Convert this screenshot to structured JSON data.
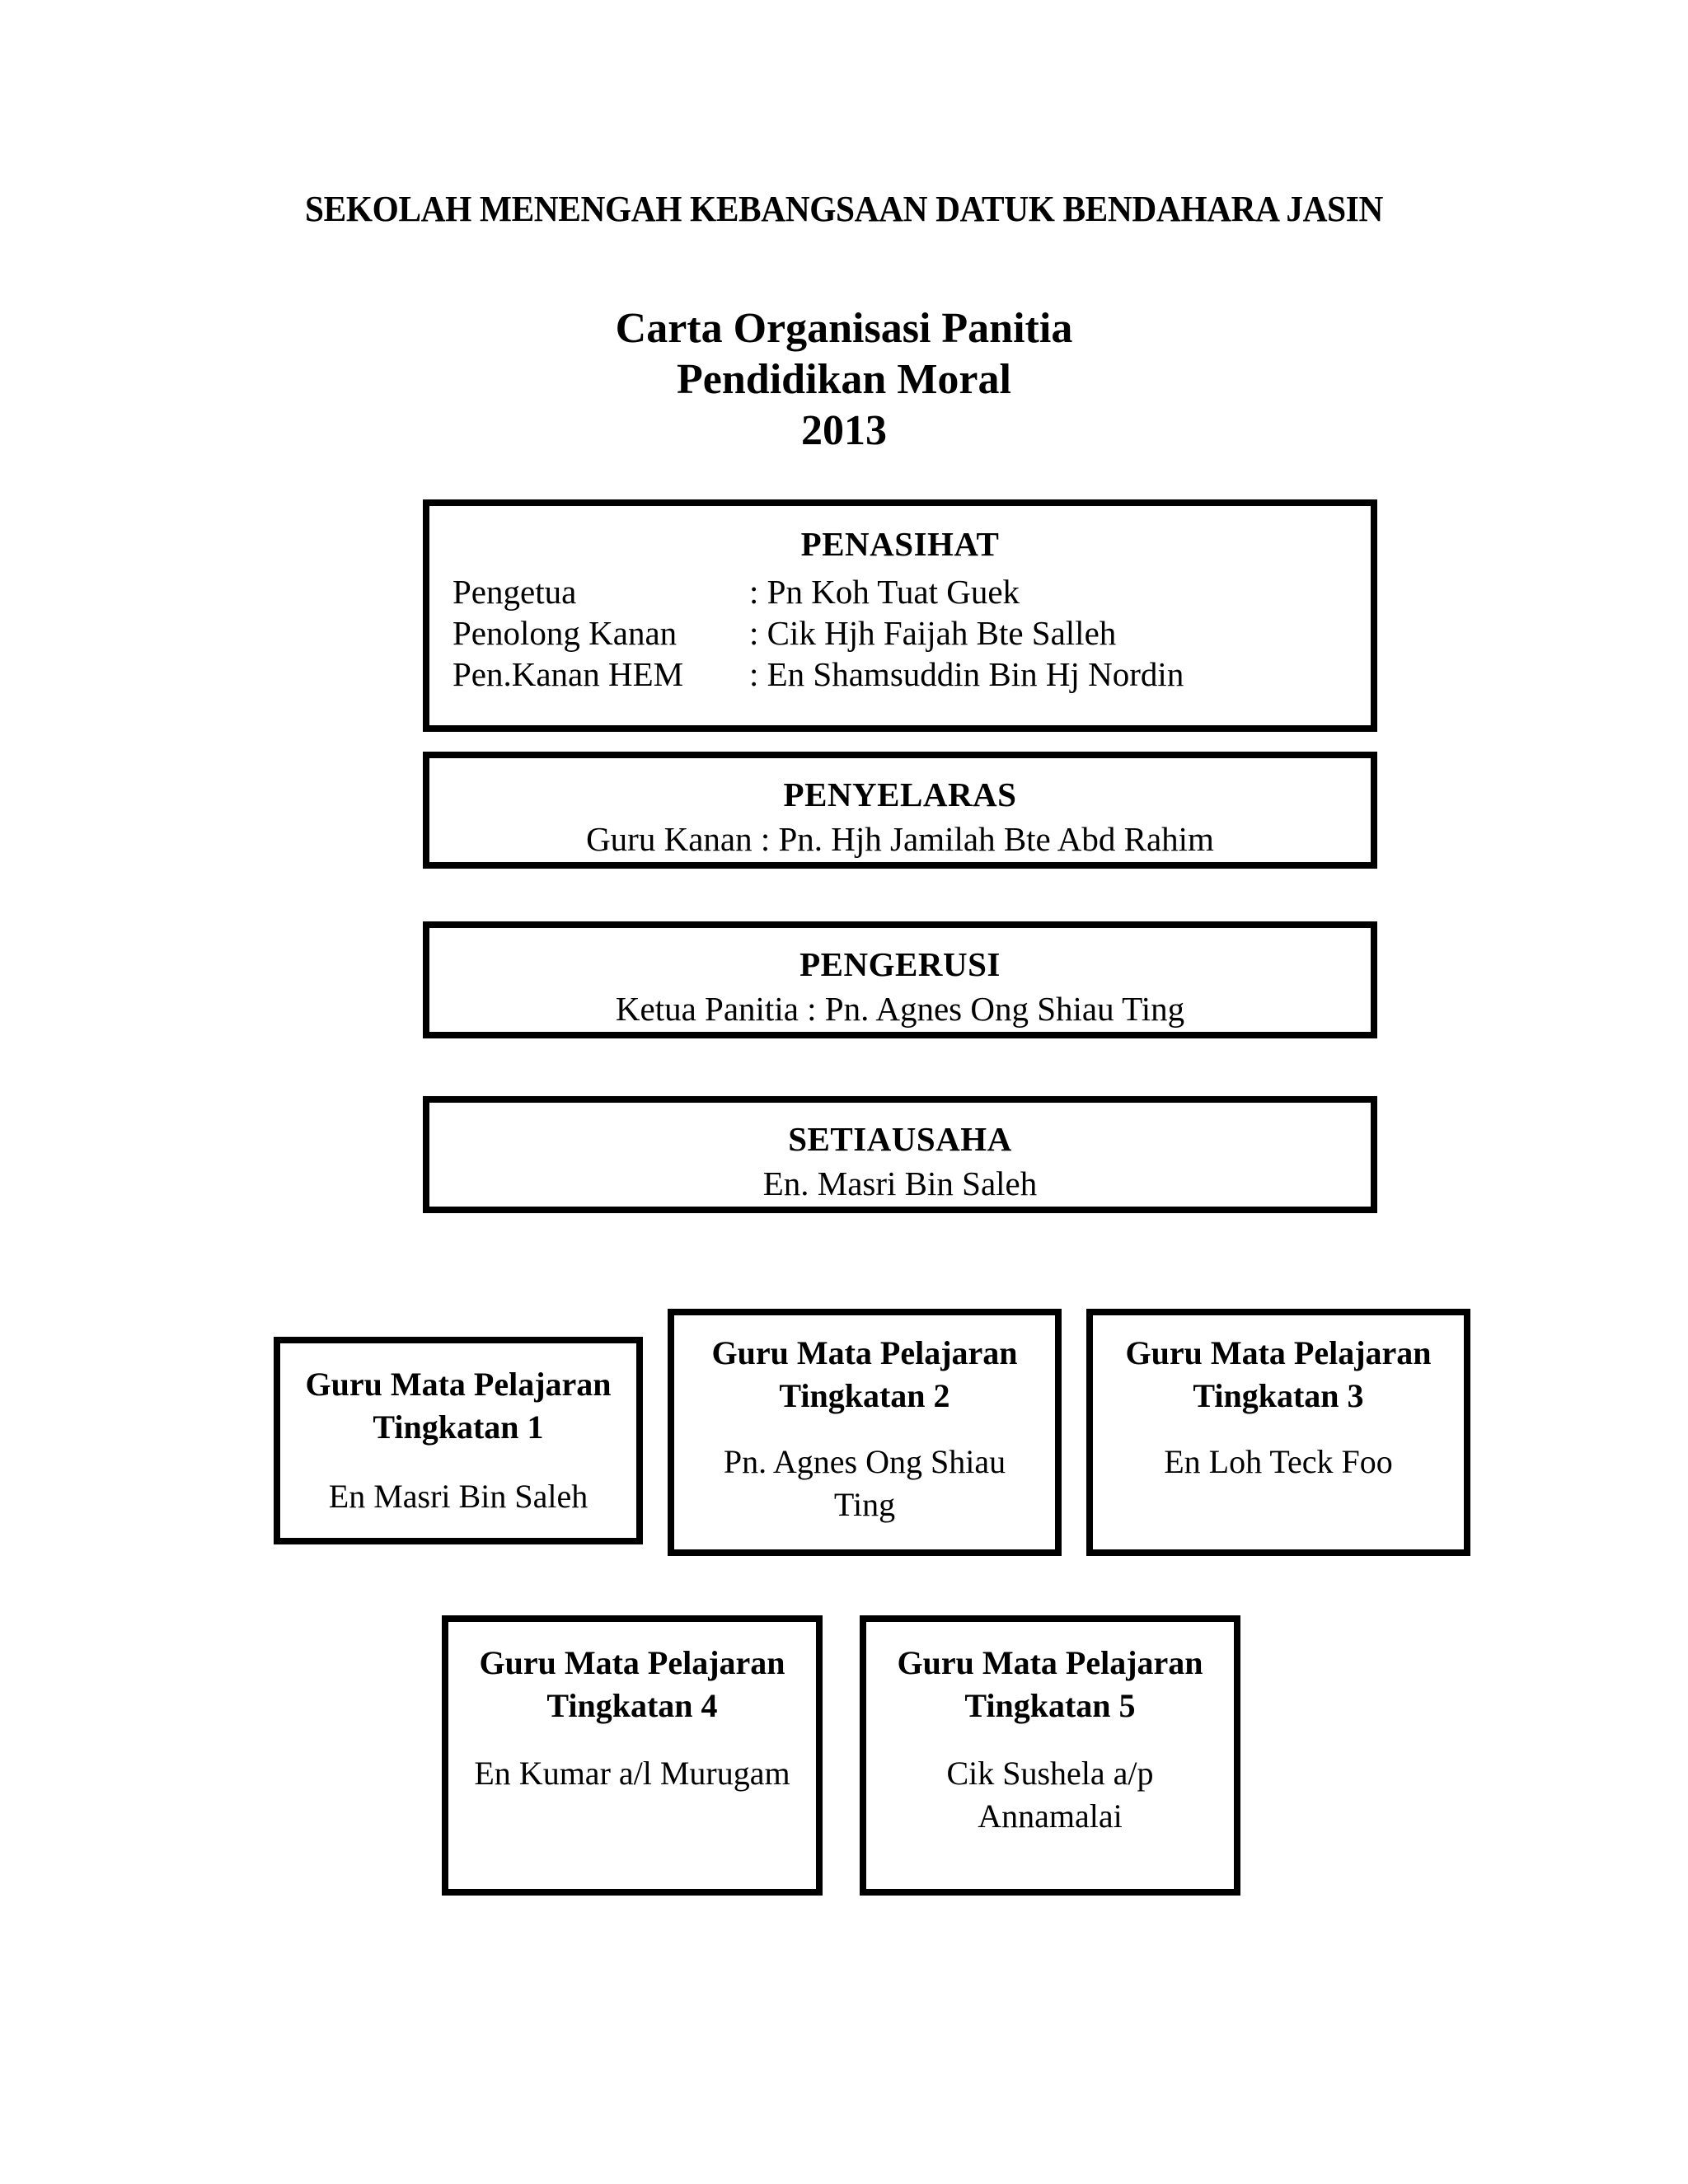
{
  "header": {
    "school_name": "SEKOLAH MENENGAH KEBANGSAAN DATUK BENDAHARA JASIN",
    "title_line1": "Carta Organisasi Panitia",
    "title_line2": "Pendidikan Moral",
    "title_line3": "2013"
  },
  "penasihat": {
    "heading": "PENASIHAT",
    "rows": [
      {
        "label": "Pengetua",
        "value": ": Pn Koh Tuat Guek"
      },
      {
        "label": "Penolong Kanan",
        "value": ": Cik Hjh Faijah Bte Salleh"
      },
      {
        "label": "Pen.Kanan HEM",
        "value": ": En Shamsuddin Bin Hj Nordin"
      }
    ]
  },
  "penyelaras": {
    "heading": "PENYELARAS",
    "line": "Guru Kanan  :  Pn.  Hjh Jamilah Bte Abd Rahim"
  },
  "pengerusi": {
    "heading": "PENGERUSI",
    "line": "Ketua Panitia :  Pn. Agnes Ong Shiau Ting"
  },
  "setiausaha": {
    "heading": "SETIAUSAHA",
    "line": "En. Masri Bin Saleh"
  },
  "teachers": {
    "row1": [
      {
        "head_line1": "Guru Mata Pelajaran",
        "head_line2": "Tingkatan 1",
        "name": "En Masri Bin Saleh"
      },
      {
        "head_line1": "Guru Mata Pelajaran",
        "head_line2": "Tingkatan 2",
        "name": "Pn. Agnes Ong Shiau Ting"
      },
      {
        "head_line1": "Guru Mata Pelajaran",
        "head_line2": "Tingkatan 3",
        "name": "En Loh Teck Foo"
      }
    ],
    "row2": [
      {
        "head_line1": "Guru Mata Pelajaran",
        "head_line2": "Tingkatan 4",
        "name": "En Kumar a/l Murugam"
      },
      {
        "head_line1": "Guru Mata Pelajaran",
        "head_line2": "Tingkatan 5",
        "name": "Cik Sushela a/p Annamalai"
      }
    ]
  },
  "colors": {
    "page_background": "#ffffff",
    "text": "#000000",
    "border": "#000000"
  }
}
